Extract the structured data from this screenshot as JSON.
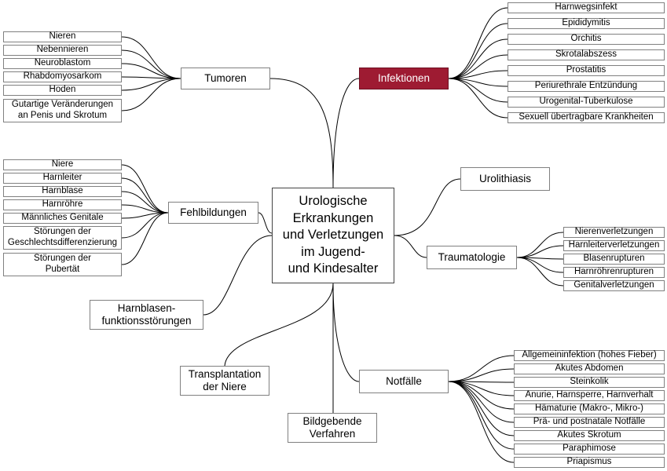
{
  "center": "Urologische\nErkrankungen\nund Verletzungen\nim Jugend-\nund Kindesalter",
  "branches": {
    "tumoren": "Tumoren",
    "fehlbildungen": "Fehlbildungen",
    "harnblasen": "Harnblasen-\nfunktionsstörungen",
    "transplantation": "Transplantation\nder Niere",
    "bildgebende": "Bildgebende\nVerfahren",
    "infektionen": "Infektionen",
    "urolithiasis": "Urolithiasis",
    "traumatologie": "Traumatologie",
    "notfaelle": "Notfälle"
  },
  "tumoren_items": [
    "Nieren",
    "Nebennieren",
    "Neuroblastom",
    "Rhabdomyosarkom",
    "Hoden",
    "Gutartige Veränderungen\nan Penis und Skrotum"
  ],
  "fehlbildungen_items": [
    "Niere",
    "Harnleiter",
    "Harnblase",
    "Harnröhre",
    "Männliches Genitale",
    "Störungen der\nGeschlechtsdifferenzierung",
    "Störungen der\nPubertät"
  ],
  "infektionen_items": [
    "Harnwegsinfekt",
    "Epididymitis",
    "Orchitis",
    "Skrotalabszess",
    "Prostatitis",
    "Periurethrale Entzündung",
    "Urogenital-Tuberkulose",
    "Sexuell übertragbare Krankheiten"
  ],
  "traumatologie_items": [
    "Nierenverletzungen",
    "Harnleiterverletzungen",
    "Blasenrupturen",
    "Harnröhrenrupturen",
    "Genitalverletzungen"
  ],
  "notfaelle_items": [
    "Allgemeininfektion (hohes Fieber)",
    "Akutes Abdomen",
    "Steinkolik",
    "Anurie, Harnsperre, Harnverhalt",
    "Hämaturie (Makro-, Mikro-)",
    "Prä- und postnatale Notfälle",
    "Akutes Skrotum",
    "Paraphimose",
    "Priapismus"
  ],
  "colors": {
    "highlight": "#9e1b32",
    "line": "#000000",
    "border": "#808080"
  }
}
